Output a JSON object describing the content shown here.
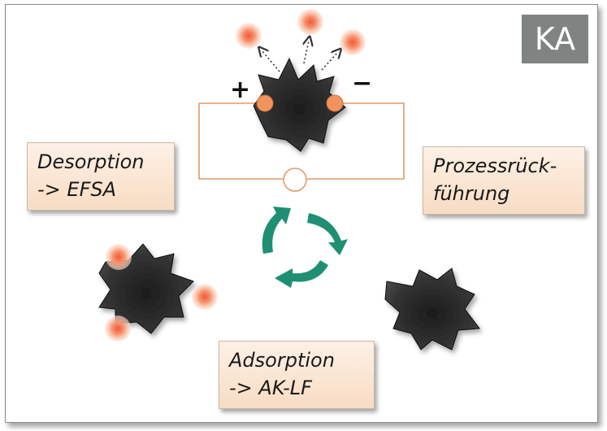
{
  "badge": {
    "text": "KA"
  },
  "labels": {
    "desorption": "Desorption\n-> EFSA",
    "recycling": "Prozessrück-\nführung",
    "adsorption": "Adsorption\n-> AK-LF"
  },
  "poles": {
    "plus": "+",
    "minus": "−"
  },
  "colors": {
    "circuit": "#e39966",
    "electrode": "#f0935c",
    "cycle_arrow": "#1f8f74",
    "particle": "#f47c58",
    "carbon": "#2c2c2c"
  }
}
